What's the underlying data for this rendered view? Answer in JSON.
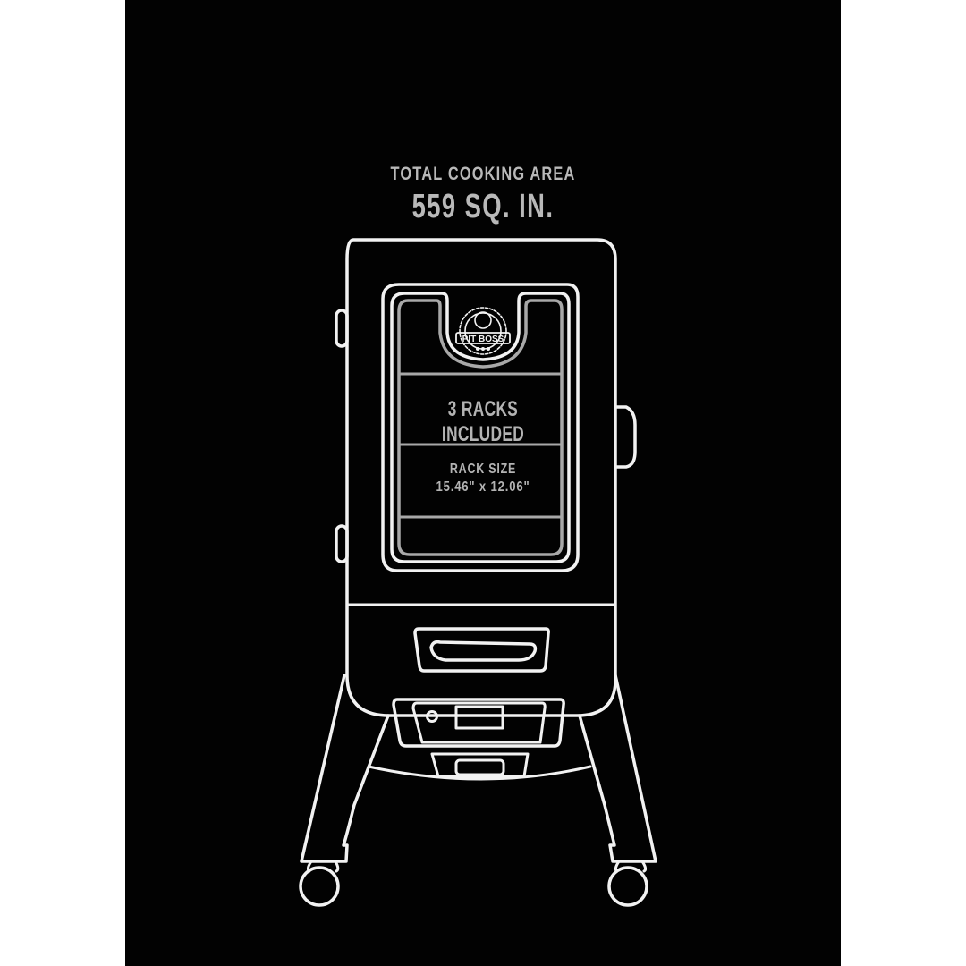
{
  "headline": {
    "label": "TOTAL COOKING AREA",
    "value": "559 SQ. IN."
  },
  "door_window": {
    "logo_text": "PIT BOSS",
    "racks_included": "3 RACKS INCLUDED",
    "rack_size_label": "RACK SIZE",
    "rack_size_value": "15.46\" x 12.06\""
  },
  "colors": {
    "background_panel": "#020202",
    "outline": "#f2f2f2",
    "text": "#b9b9b9",
    "rack_lines": "#a8a8a8"
  }
}
